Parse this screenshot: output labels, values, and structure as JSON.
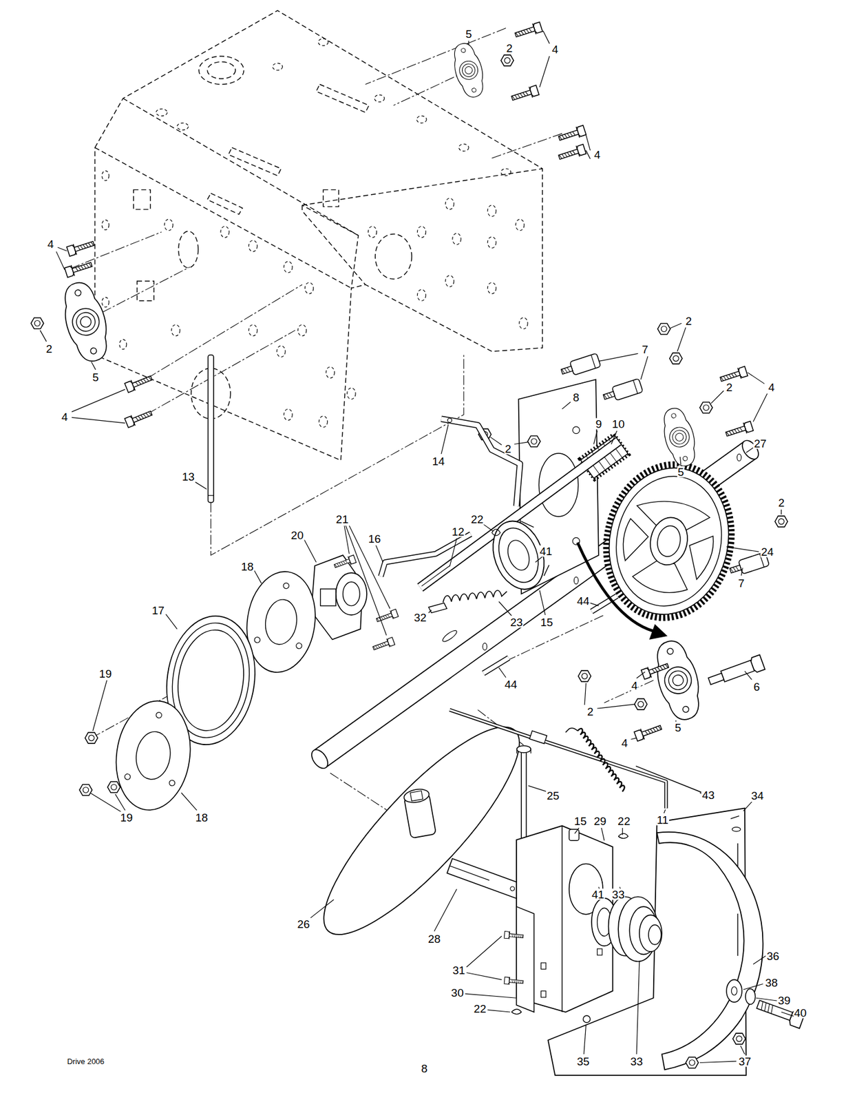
{
  "diagram": {
    "labels": [
      "5",
      "2",
      "4",
      "4",
      "4",
      "2",
      "5",
      "4",
      "2",
      "7",
      "2",
      "4",
      "8",
      "9",
      "10",
      "27",
      "14",
      "2",
      "5",
      "13",
      "2",
      "22",
      "21",
      "12",
      "20",
      "16",
      "41",
      "24",
      "18",
      "7",
      "44",
      "17",
      "32",
      "23",
      "15",
      "19",
      "44",
      "4",
      "6",
      "2",
      "5",
      "4",
      "25",
      "43",
      "34",
      "19",
      "18",
      "11",
      "15",
      "29",
      "22",
      "41",
      "33",
      "26",
      "28",
      "36",
      "31",
      "38",
      "30",
      "39",
      "22",
      "40",
      "Drive 2006",
      "35",
      "33",
      "37",
      "8"
    ]
  }
}
